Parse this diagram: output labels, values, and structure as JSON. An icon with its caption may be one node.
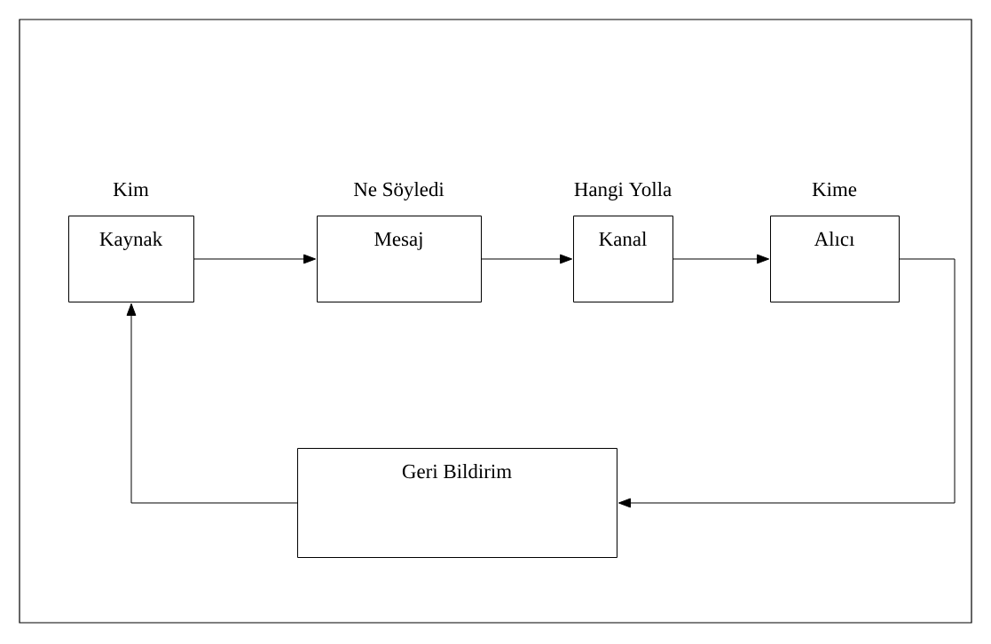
{
  "diagram": {
    "nodes": [
      {
        "text": [
          "Kim",
          "Kaynak"
        ]
      },
      {
        "text": [
          "Ne Söyledi",
          "Mesaj"
        ]
      },
      {
        "text": [
          "Hangi Yolla",
          "Kanal"
        ]
      },
      {
        "text": [
          "Kime",
          "Alıcı"
        ]
      },
      {
        "text": [
          "Geri Bildirim"
        ]
      }
    ],
    "edges": [
      {
        "from": 0,
        "to": 1,
        "arrow": "to"
      },
      {
        "from": 1,
        "to": 2,
        "arrow": "to"
      },
      {
        "from": 2,
        "to": 3,
        "arrow": "to"
      },
      {
        "from": 3,
        "to": 4,
        "arrow": "to"
      },
      {
        "from": 4,
        "to": 0,
        "arrow": "to"
      }
    ]
  }
}
